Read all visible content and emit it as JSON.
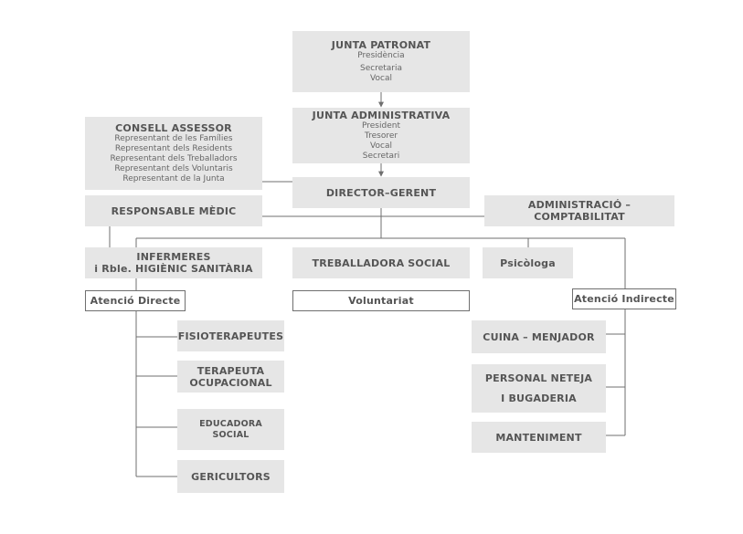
{
  "boxes": {
    "junta_patronat": {
      "title": "JUNTA PATRONAT",
      "lines": [
        "Presidència",
        "Secretaria",
        "Vocal"
      ]
    },
    "junta_administrativa": {
      "title": "JUNTA ADMINISTRATIVA",
      "lines": [
        "President",
        "Tresorer",
        "Vocal",
        "Secretari"
      ]
    },
    "consell_assessor": {
      "title": "CONSELL ASSESSOR",
      "lines": [
        "Representant de les Famílies",
        "Representant dels Residents",
        "Representant dels Treballadors",
        "Representant dels Voluntaris",
        "Representant de la Junta"
      ]
    },
    "director_gerent": {
      "title": "DIRECTOR–GERENT"
    },
    "responsable_medic": {
      "title": "RESPONSABLE MÈDIC"
    },
    "administracio": {
      "title": "ADMINISTRACIÓ – COMPTABILITAT"
    },
    "infermeres": {
      "title_1": "INFERMERES",
      "title_2": "i Rble. HIGIÈNIC SANITÀRIA"
    },
    "treballadora_social": {
      "title": "TREBALLADORA SOCIAL"
    },
    "psicologa": {
      "title": "Psicòloga"
    },
    "atencio_directe": {
      "title": "Atenció Directe"
    },
    "voluntariat": {
      "title": "Voluntariat"
    },
    "atencio_indirecte": {
      "title": "Atenció Indirecte"
    },
    "fisioterapeutes": {
      "title": "FISIOTERAPEUTES"
    },
    "terapeuta": {
      "title_1": "TERAPEUTA",
      "title_2": "OCUPACIONAL"
    },
    "educadora": {
      "title_1": "EDUCADORA",
      "title_2": "SOCIAL"
    },
    "gericultors": {
      "title": "GERICULTORS"
    },
    "cuina": {
      "title": "CUINA – MENJADOR"
    },
    "neteja": {
      "title_1": "PERSONAL NETEJA",
      "title_2": "I BUGADERIA"
    },
    "manteniment": {
      "title": "MANTENIMENT"
    }
  },
  "colors": {
    "box_fill": "#e6e6e6",
    "line": "#6f6f6f",
    "text": "#555555"
  }
}
